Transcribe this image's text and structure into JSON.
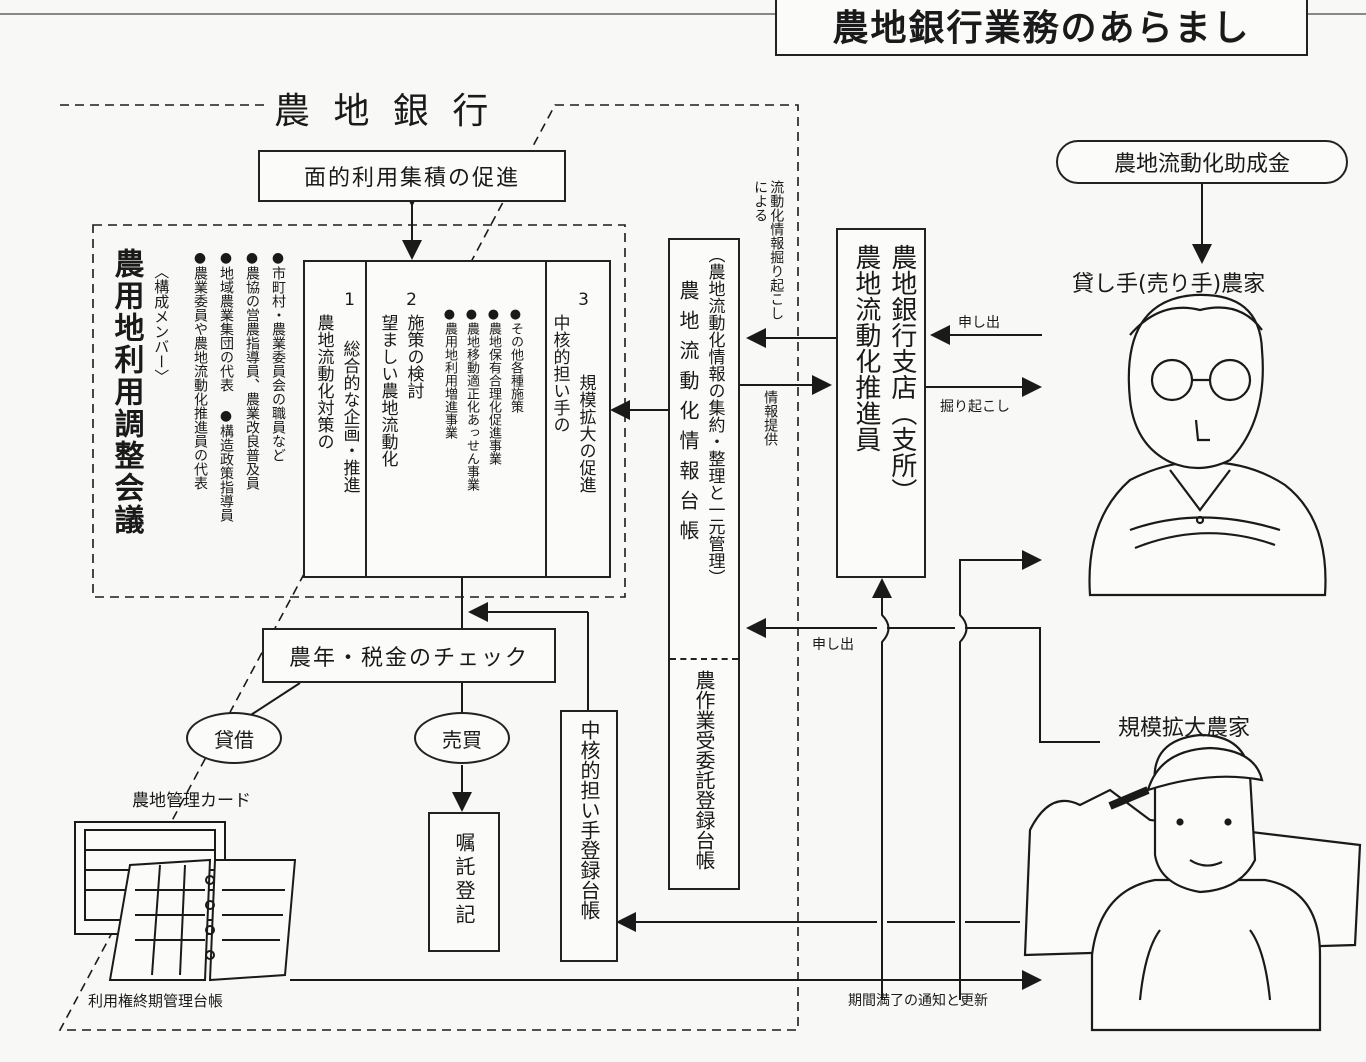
{
  "title": "農地銀行業務のあらまし",
  "bank": {
    "label": "農 地 銀 行",
    "promotion_box": "面的利用集積の促進",
    "council": {
      "name": "農用地利用調整会議",
      "members_heading": "〈構成メンバー〉",
      "members": [
        "●市町村・農業委員会の職員など",
        "●農協の営農指導員、農業改良普及員",
        "●地域農業集団の代表 ●構造政策指導員",
        "●農業委員や農地流動化推進員の代表"
      ],
      "items": [
        {
          "num": "1",
          "lines": [
            "農地流動化対策の",
            "総合的な企画・推進"
          ]
        },
        {
          "num": "2",
          "lines": [
            "望ましい農地流動化",
            "施策の検討"
          ]
        },
        {
          "num": "",
          "lines": [
            "●農用地利用増進事業",
            "●農地移動適正化あっせん事業",
            "●農地保有合理化促進事業",
            "●その他各種施策"
          ]
        },
        {
          "num": "3",
          "lines": [
            "中核的担い手の",
            "規模拡大の促進"
          ]
        }
      ]
    },
    "info_ledger": {
      "main": "農地流動化情報台帳",
      "note": "（農地流動化情報の集約・整理と一元管理）",
      "sub": "農作業受委託登録台帳"
    },
    "check_box": "農年・税金のチェック",
    "lease": "貸借",
    "sale": "売買",
    "management_card": "農地管理カード",
    "term_ledger": "利用権終期管理台帳",
    "registration": "嘱託登記",
    "core_registry": "中核的担い手登録台帳"
  },
  "branch": {
    "label": "農地銀行支店（支所）",
    "staff": "農地流動化推進員"
  },
  "subsidy": "農地流動化助成金",
  "lender": "貸し手(売り手)農家",
  "expander": "規模拡大農家",
  "labels": {
    "dig_info": "流動化情報掘り起こしによる",
    "info_provide": "情報提供",
    "request_top": "申し出",
    "dig_up": "掘り起こし",
    "request_mid": "申し出",
    "expiry": "期間満了の通知と更新"
  },
  "colors": {
    "ink": "#1a1a1a",
    "paper": "#f8f8f6"
  }
}
